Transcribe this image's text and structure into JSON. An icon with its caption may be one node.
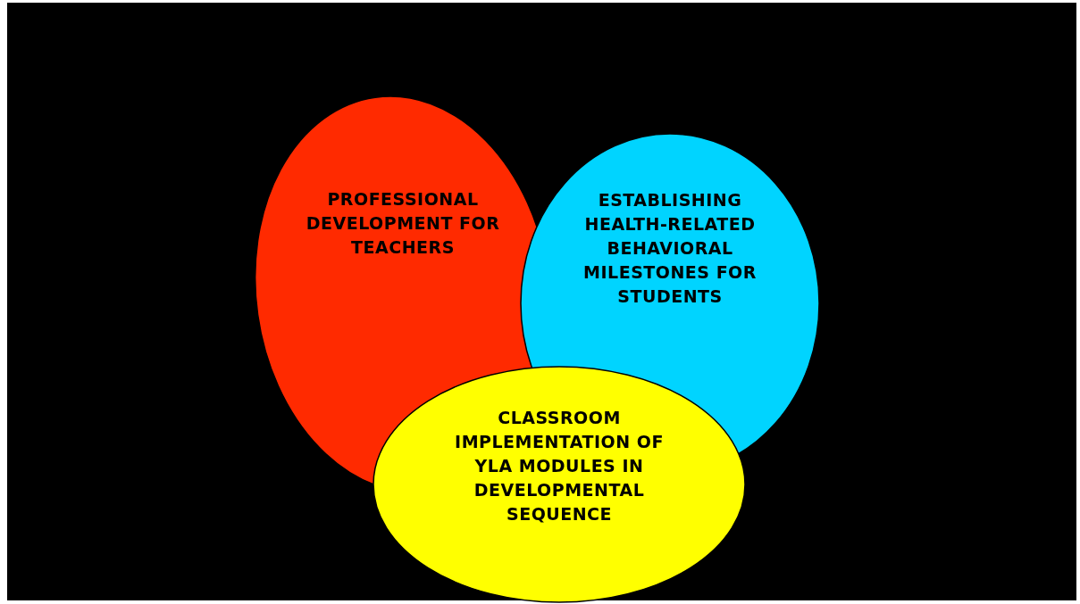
{
  "diagram": {
    "nodes": [
      {
        "text": [
          "PROFESSIONAL DEVELOPMENT FOR TEACHERS"
        ]
      },
      {
        "text": [
          "ESTABLISHING HEALTH-RELATED BEHAVIORAL MILESTONES FOR STUDENTS"
        ]
      },
      {
        "text": [
          "CLASSROOM IMPLEMENTATION OF YLA MODULES IN DEVELOPMENTAL SEQUENCE"
        ]
      }
    ]
  }
}
